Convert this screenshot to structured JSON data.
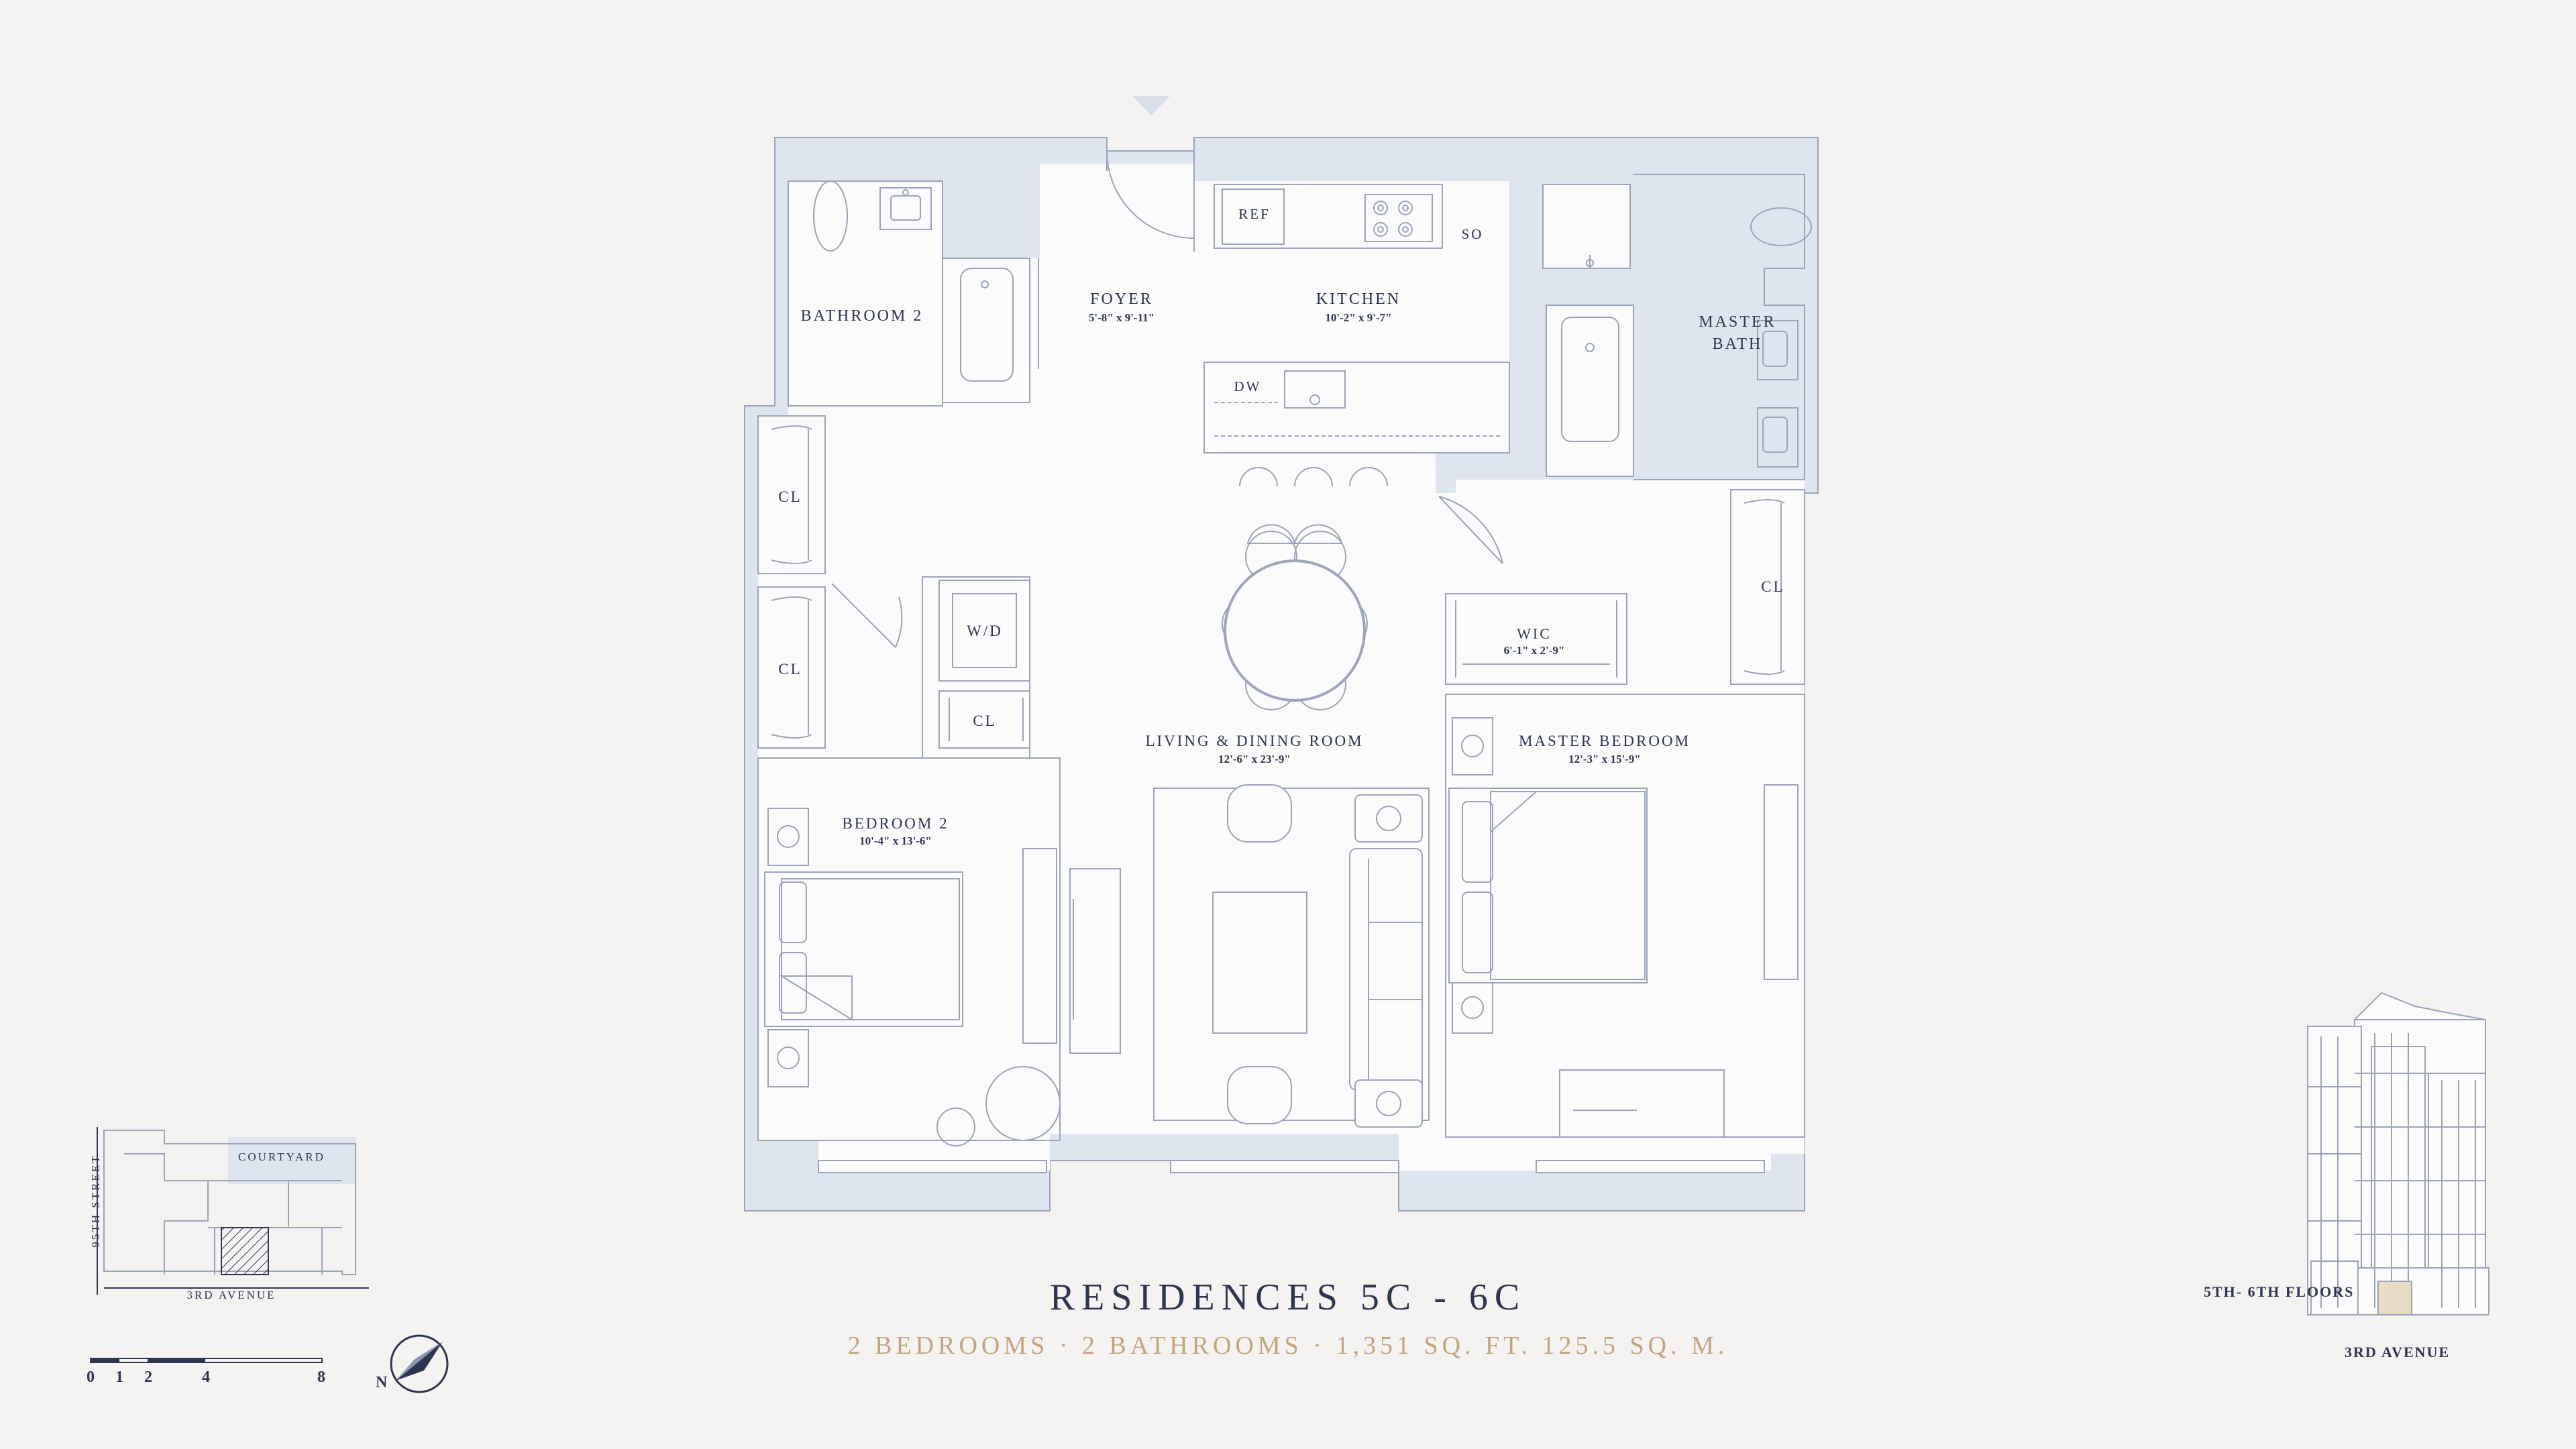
{
  "title": "RESIDENCES 5C - 6C",
  "subtitle": "2 BEDROOMS · 2 BATHROOMS · 1,351 SQ. FT. 125.5 SQ. M.",
  "rooms": {
    "bathroom2": "BATHROOM 2",
    "foyer": "FOYER",
    "foyer_dim": "5'-8\" x 9'-11\"",
    "kitchen": "KITCHEN",
    "kitchen_dim": "10'-2\" x 9'-7\"",
    "master_bath_1": "MASTER",
    "master_bath_2": "BATH",
    "living": "LIVING & DINING ROOM",
    "living_dim": "12'-6\" x 23'-9\"",
    "bedroom2": "BEDROOM 2",
    "bedroom2_dim": "10'-4\" x 13'-6\"",
    "master_bedroom": "MASTER BEDROOM",
    "master_bedroom_dim": "12'-3\" x 15'-9\"",
    "wic": "WIC",
    "wic_dim": "6'-1\" x 2'-9\""
  },
  "fixtures": {
    "ref": "REF",
    "so": "SO",
    "dw": "DW",
    "wd": "W/D",
    "cl": "CL"
  },
  "keyplan": {
    "courtyard": "COURTYARD",
    "street": "95TH STREET",
    "avenue": "3RD AVENUE"
  },
  "scale": {
    "ticks": [
      "0",
      "1",
      "2",
      "4",
      "8"
    ]
  },
  "compass": {
    "north": "N"
  },
  "building": {
    "floors": "5TH- 6TH FLOORS",
    "avenue": "3RD AVENUE"
  },
  "colors": {
    "wall": "#dfe5ef",
    "line": "#9aa3b8",
    "text": "#2d3550",
    "accent": "#c2a47e"
  }
}
